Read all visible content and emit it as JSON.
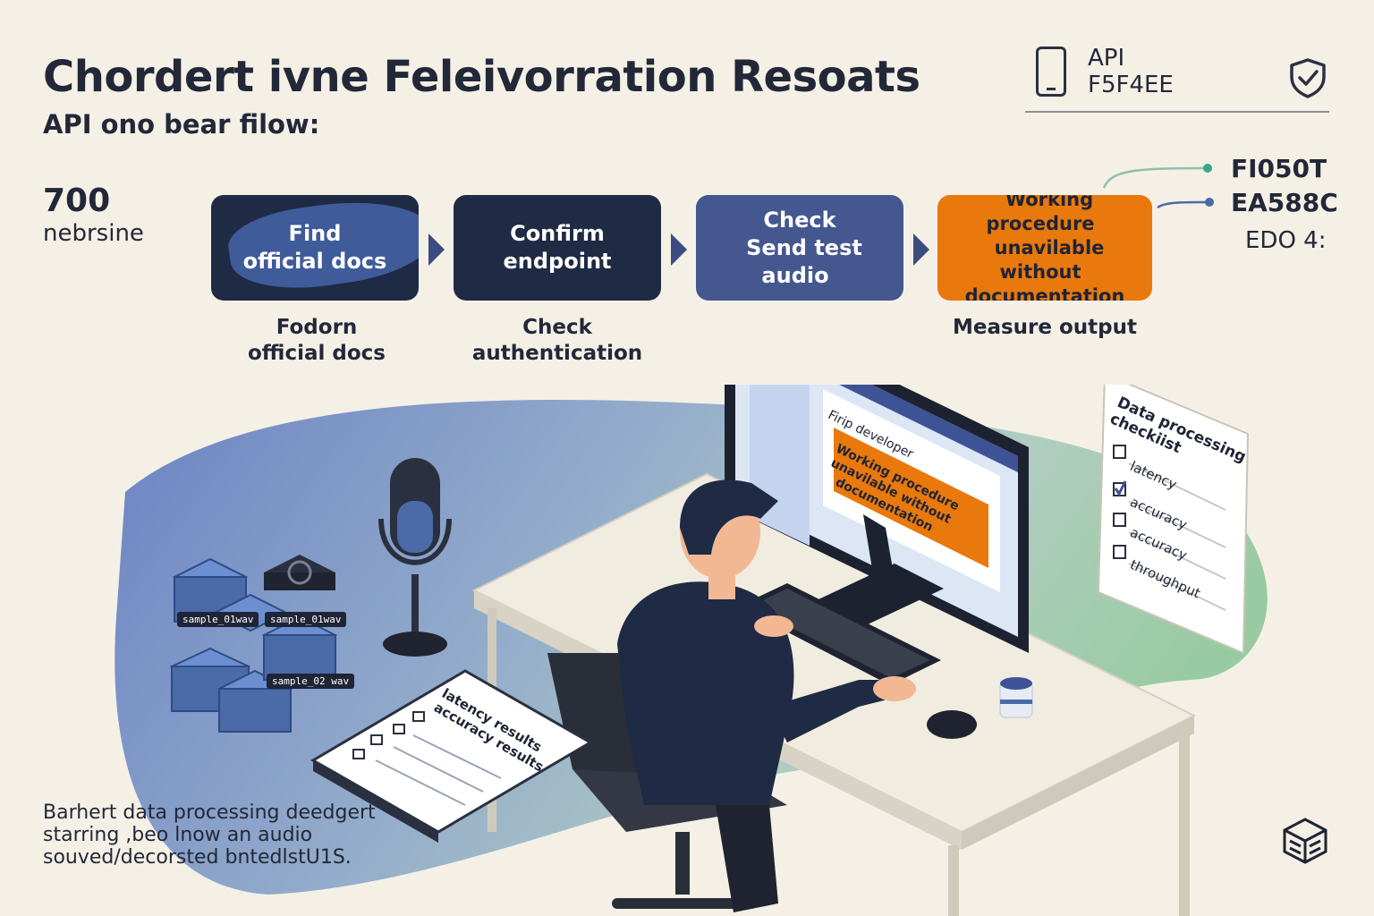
{
  "header": {
    "title": "Chordert ivne Feleivorration Resoats",
    "subtitle": "API ono bear filow:",
    "badge_line1": "API",
    "badge_line2": "F5F4EE"
  },
  "stat": {
    "value": "700",
    "label": "nebrsine"
  },
  "steps": [
    {
      "label_line1": "Find",
      "label_line2": "official docs",
      "caption_line1": "Fodorn",
      "caption_line2": "official docs"
    },
    {
      "label_line1": "Confirm",
      "label_line2": "endpoint",
      "caption_line1": "Check",
      "caption_line2": "authentication"
    },
    {
      "label_line1": "Check",
      "label_line2": "Send test audio",
      "caption_line1": "",
      "caption_line2": ""
    },
    {
      "label_line1": "Working procedure",
      "label_line2": "unavilable without",
      "label_line3": "documentation",
      "caption_line1": "Measure output",
      "caption_line2": ""
    }
  ],
  "codes": {
    "code1": "FI050T",
    "code2": "EA588C",
    "code3": "EDO 4:"
  },
  "monitor": {
    "heading": "Firip developer",
    "alert_line1": "Working procedure",
    "alert_line2": "unavilable without",
    "alert_line3": "documentation"
  },
  "checklist": {
    "title_line1": "Data processing",
    "title_line2": "checkiist",
    "items": [
      {
        "label": "latency",
        "checked": false
      },
      {
        "label": "accuracy",
        "checked": true
      },
      {
        "label": "accuracy",
        "checked": false
      },
      {
        "label": "throughput",
        "checked": false
      }
    ]
  },
  "notebook": {
    "line1": "latency results",
    "line2": "accuracy results"
  },
  "files": {
    "file1": "sample_01wav",
    "file2": "sample_01wav",
    "file3": "sample_02 wav"
  },
  "caption": {
    "line1": "Barhert data processing deedgert",
    "line2": "starring ,beo lnow an audio",
    "line3": "souved/decorsted bntedlstU1S."
  },
  "colors": {
    "navy": "#1f2a44",
    "blue": "#44578f",
    "orange": "#e9790c",
    "background": "#f5f0e6",
    "green": "#8fc79a"
  },
  "icons": [
    "phone-icon",
    "shield-check-icon",
    "arrow-right-icon",
    "microphone-icon",
    "database-icon",
    "cube-logo-icon"
  ]
}
